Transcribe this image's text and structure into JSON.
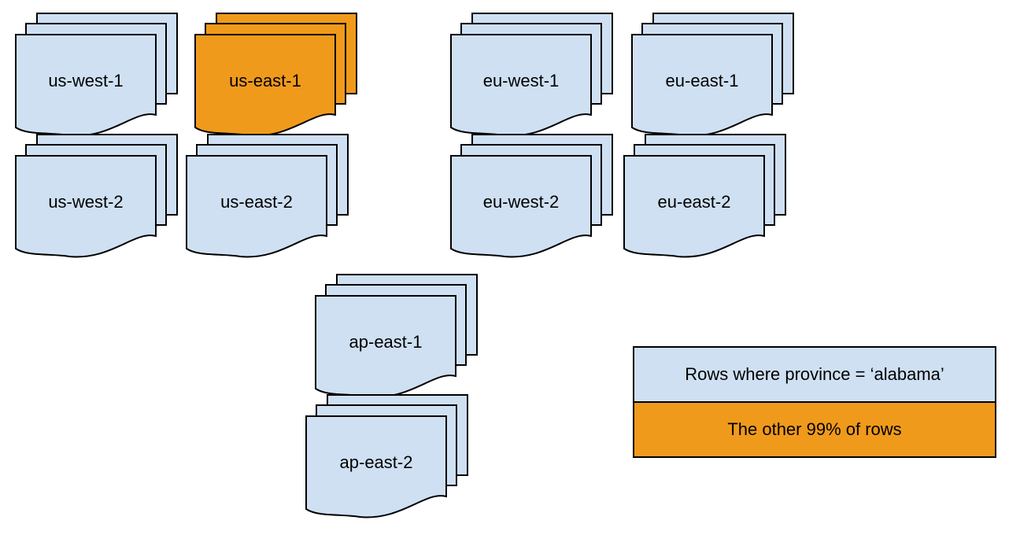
{
  "palette": {
    "shard_fill": "#cfe0f3",
    "highlight_fill": "#f09a1c",
    "stroke": "#000000",
    "canvas_bg": "#ffffff"
  },
  "stacks": [
    {
      "label": "us-west-1",
      "highlighted": false
    },
    {
      "label": "us-east-1",
      "highlighted": true
    },
    {
      "label": "eu-west-1",
      "highlighted": false
    },
    {
      "label": "eu-east-1",
      "highlighted": false
    },
    {
      "label": "us-west-2",
      "highlighted": false
    },
    {
      "label": "us-east-2",
      "highlighted": false
    },
    {
      "label": "eu-west-2",
      "highlighted": false
    },
    {
      "label": "eu-east-2",
      "highlighted": false
    },
    {
      "label": "ap-east-1",
      "highlighted": false
    },
    {
      "label": "ap-east-2",
      "highlighted": false
    }
  ],
  "legend": {
    "items": [
      {
        "label": "Rows where province = ‘alabama’",
        "fill": "#cfe0f3"
      },
      {
        "label": "The other 99% of rows",
        "fill": "#f09a1c"
      }
    ]
  }
}
